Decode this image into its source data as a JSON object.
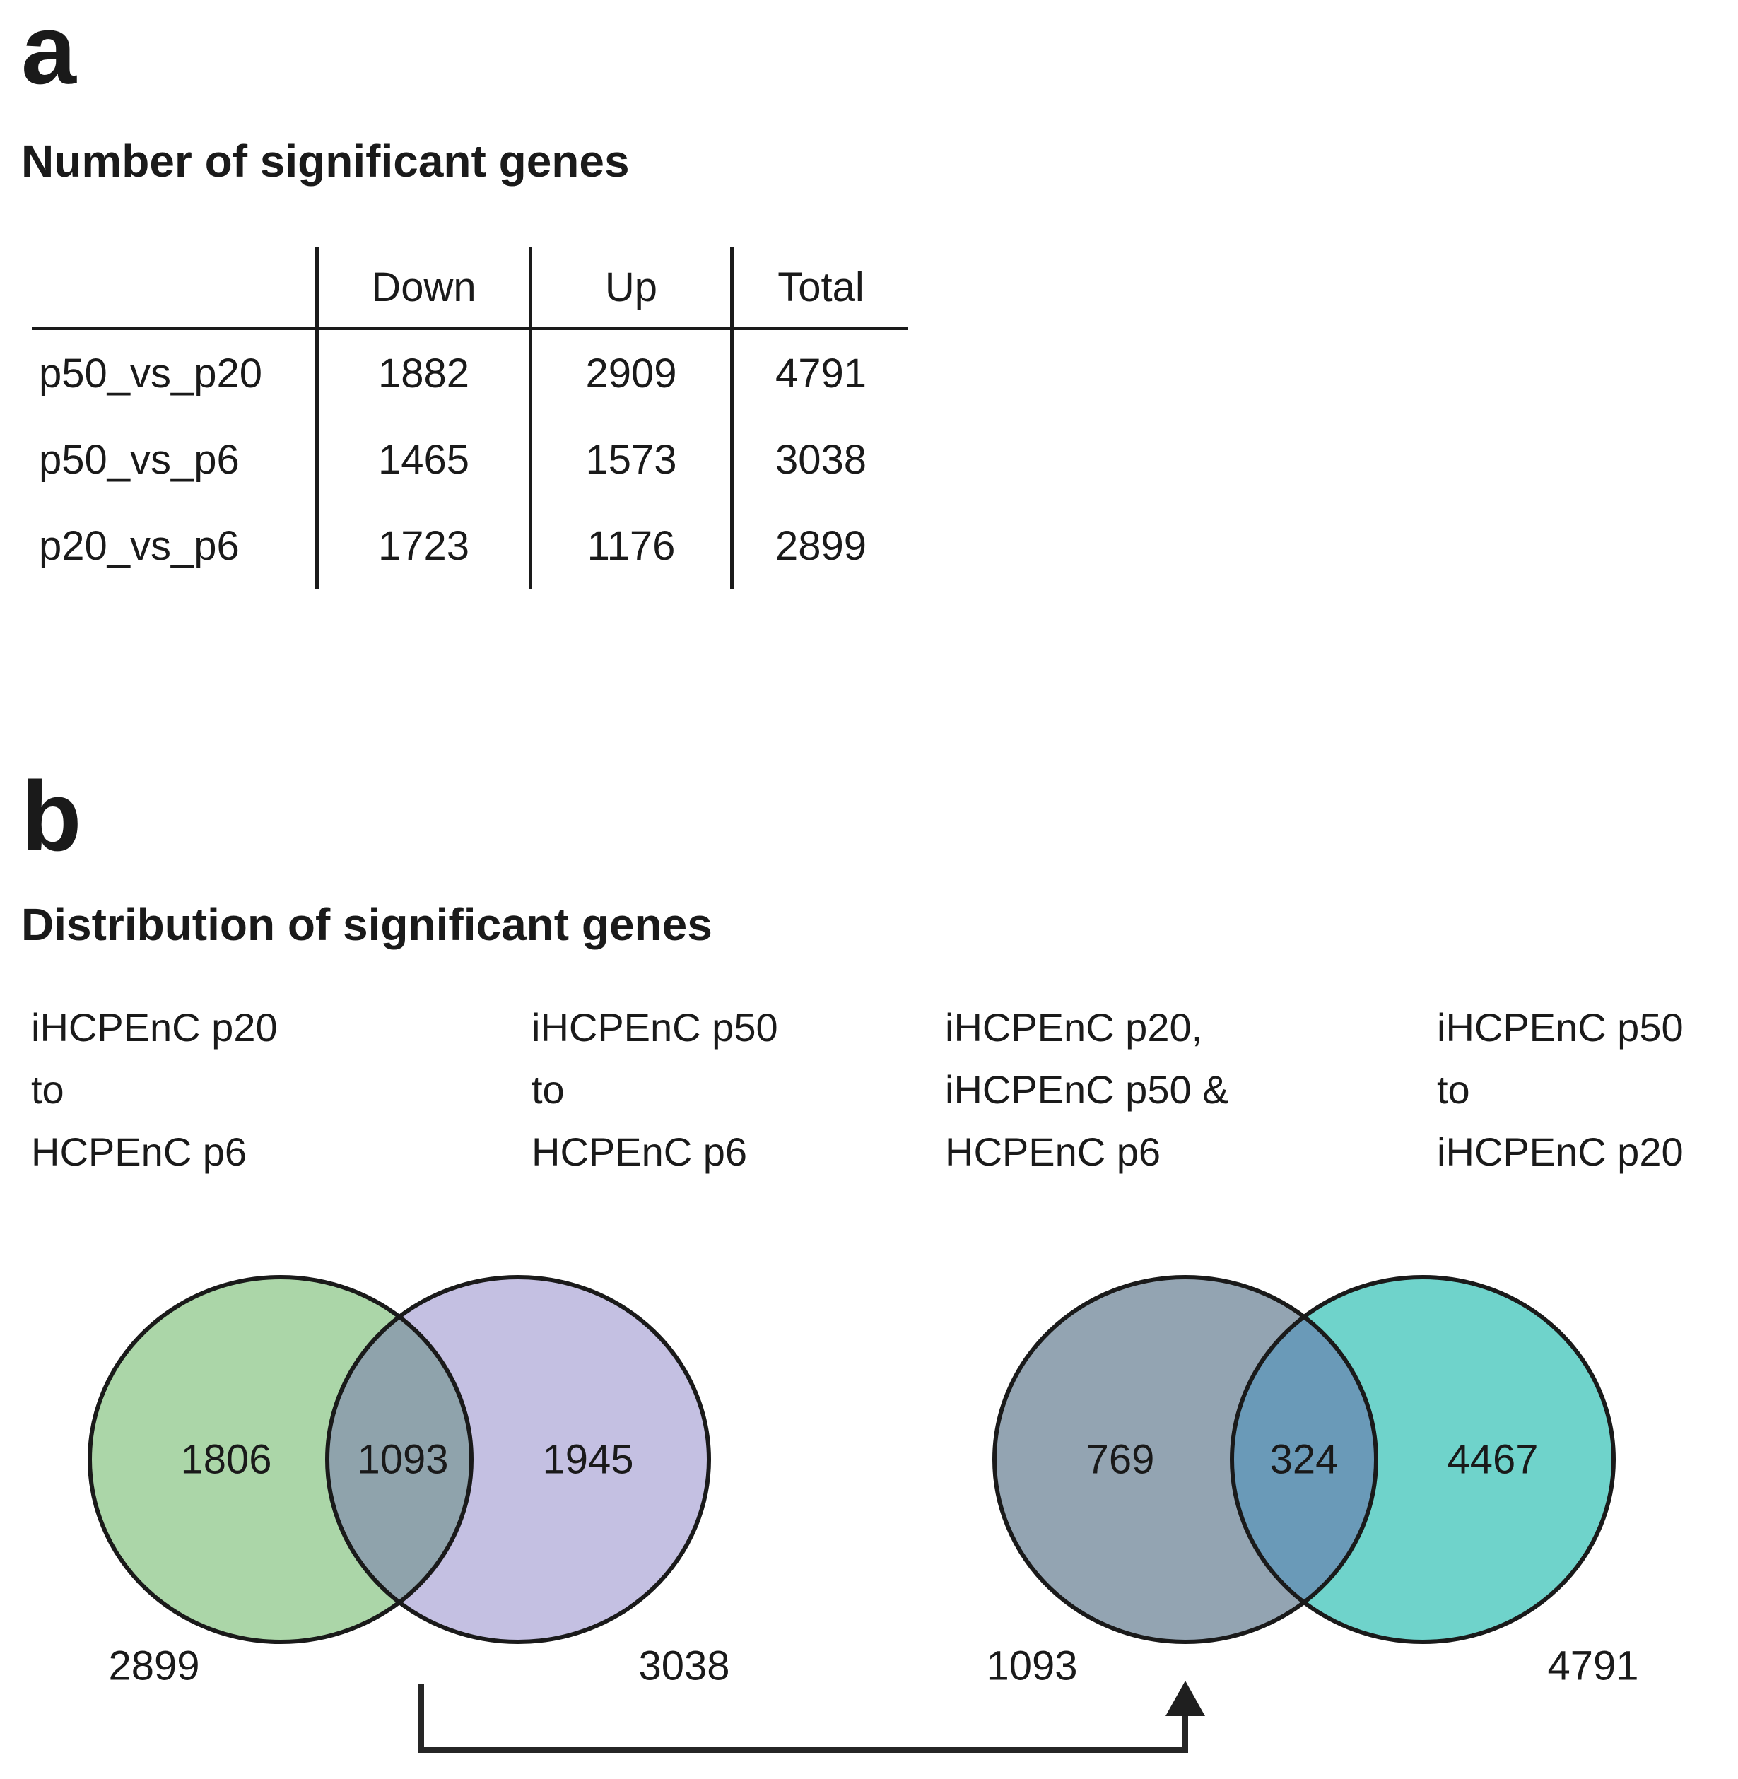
{
  "colors": {
    "ink": "#1a1a1a",
    "venn_left": {
      "a": "#abd6a8",
      "b": "#c4c0e2",
      "overlap": "#8fa3ac"
    },
    "venn_right": {
      "a": "#93a4b2",
      "b": "#6fd3cb",
      "overlap": "#6a9ab8"
    }
  },
  "panel_a": {
    "label": "a",
    "title": "Number of significant genes",
    "table": {
      "col_headers": [
        "Down",
        "Up",
        "Total"
      ],
      "rows": [
        {
          "name": "p50_vs_p20",
          "down": "1882",
          "up": "2909",
          "total": "4791"
        },
        {
          "name": "p50_vs_p6",
          "down": "1465",
          "up": "1573",
          "total": "3038"
        },
        {
          "name": "p20_vs_p6",
          "down": "1723",
          "up": "1176",
          "total": "2899"
        }
      ]
    }
  },
  "panel_b": {
    "label": "b",
    "title": "Distribution of significant genes",
    "venns": [
      {
        "group_a_label": "iHCPEnC p20\nto\nHCPEnC p6",
        "group_b_label": "iHCPEnC p50\nto\nHCPEnC p6",
        "a_only": "1806",
        "overlap": "1093",
        "b_only": "1945",
        "a_total": "2899",
        "b_total": "3038"
      },
      {
        "group_a_label": "iHCPEnC p20,\niHCPEnC p50 &\nHCPEnC p6",
        "group_b_label": "iHCPEnC p50\nto\niHCPEnC p20",
        "a_only": "769",
        "overlap": "324",
        "b_only": "4467",
        "a_total": "1093",
        "b_total": "4791"
      }
    ]
  }
}
